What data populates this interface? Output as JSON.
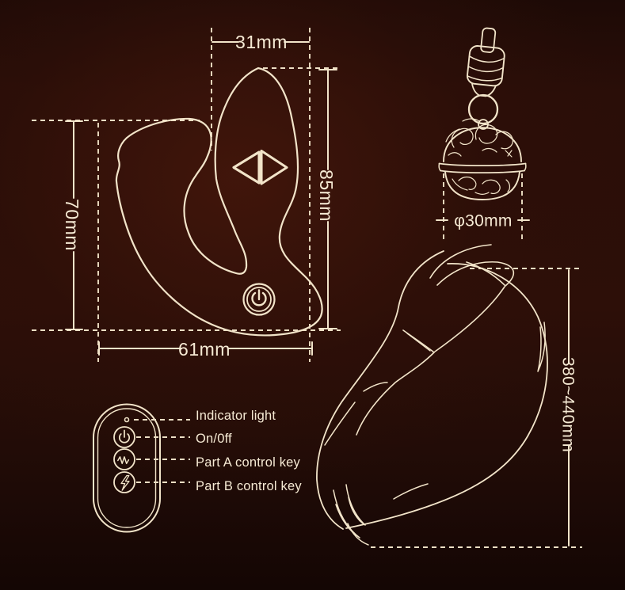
{
  "page": {
    "type": "product-dimension-diagram"
  },
  "colors": {
    "line": "#f2e4c9",
    "text": "#f6ead4",
    "background_center": "#33100a",
    "background_edge": "#140604"
  },
  "dimensions": {
    "device": {
      "top_width": "31mm",
      "right_height": "85mm",
      "left_height": "70mm",
      "bottom_width": "61mm"
    },
    "bell": {
      "diameter": "φ30mm"
    },
    "tail": {
      "length": "380~440mm"
    }
  },
  "remote": {
    "labels": {
      "indicator": "Indicator light",
      "power": "On/0ff",
      "part_a": "Part A control key",
      "part_b": "Part B control key"
    }
  },
  "icons": {
    "device": [
      "arrow-left-icon",
      "arrow-right-icon",
      "power-icon"
    ],
    "remote": [
      "indicator-dot",
      "power-icon",
      "wave-icon",
      "lightning-icon"
    ]
  }
}
